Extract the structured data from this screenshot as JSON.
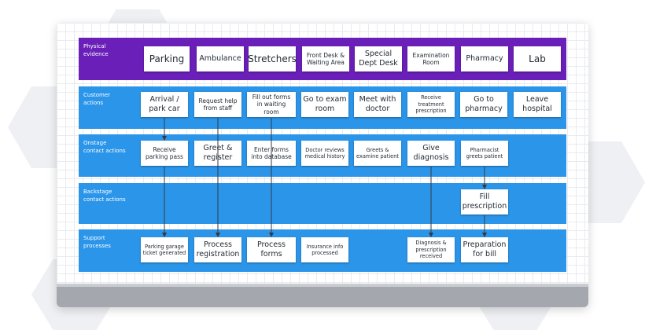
{
  "lanes": {
    "physical": "Physical\nevidence",
    "customer": "Customer\nactions",
    "onstage": "Onstage\ncontact actions",
    "backstage": "Backstage\ncontact actions",
    "support": "Support\nprocesses"
  },
  "physical_evidence": [
    "Parking",
    "Ambulance",
    "Stretchers",
    "Front Desk &\nWaiting Area",
    "Special\nDept Desk",
    "Examination\nRoom",
    "Pharmacy",
    "Lab"
  ],
  "customer_actions": [
    "Arrival /\npark car",
    "Request help\nfrom staff",
    "Fill out forms\nin waiting room",
    "Go to exam\nroom",
    "Meet with\ndoctor",
    "Receive\ntreatment\nprescription",
    "Go to\npharmacy",
    "Leave\nhospital"
  ],
  "onstage_actions": [
    "Receive\nparking pass",
    "Greet &\nregister",
    "Enter forms\ninto database",
    "Doctor reviews\nmedical history",
    "Greets &\nexamine patient",
    "Give\ndiagnosis",
    "Pharmacist\ngreets patient"
  ],
  "backstage_actions": [
    "Fill\nprescription"
  ],
  "support_processes": [
    "Parking garage\nticket generated",
    "Process\nregistration",
    "Process\nforms",
    "Insurance info\nprocessed",
    "Diagnosis &\nprescription\nreceived",
    "Preparation\nfor bill"
  ],
  "colors": {
    "physical_lane": "#6a1fb8",
    "lane": "#2b95e9",
    "arrow": "#333a44"
  }
}
